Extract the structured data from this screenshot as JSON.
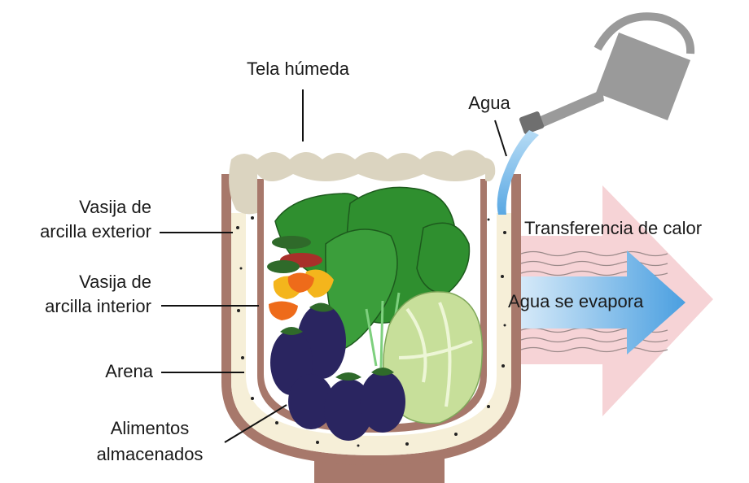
{
  "labels": {
    "damp_cloth": "Tela húmeda",
    "water": "Agua",
    "outer_pot_line1": "Vasija de",
    "outer_pot_line2": "arcilla exterior",
    "inner_pot_line1": "Vasija de",
    "inner_pot_line2": "arcilla interior",
    "sand": "Arena",
    "stored_food_line1": "Alimentos",
    "stored_food_line2": "almacenados",
    "heat_transfer": "Transferencia de calor",
    "evaporation": "Agua se evapora"
  },
  "colors": {
    "clay": "#a7786b",
    "sand": "#f6efd8",
    "cloth": "#dbd4c0",
    "water": "#8fc5ec",
    "heat_arrow": "#f6d3d6",
    "evap_arrow": "#5ca9e2",
    "greens": "#2f8f2f",
    "eggplant": "#2a2560",
    "cabbage": "#c7df9a",
    "pepper_yellow": "#f4b51c",
    "pepper_orange": "#ee6b1a",
    "pepper_red": "#a8302a",
    "watering_can": "#9a9a9a"
  },
  "icons": [
    "watering-can-icon"
  ]
}
